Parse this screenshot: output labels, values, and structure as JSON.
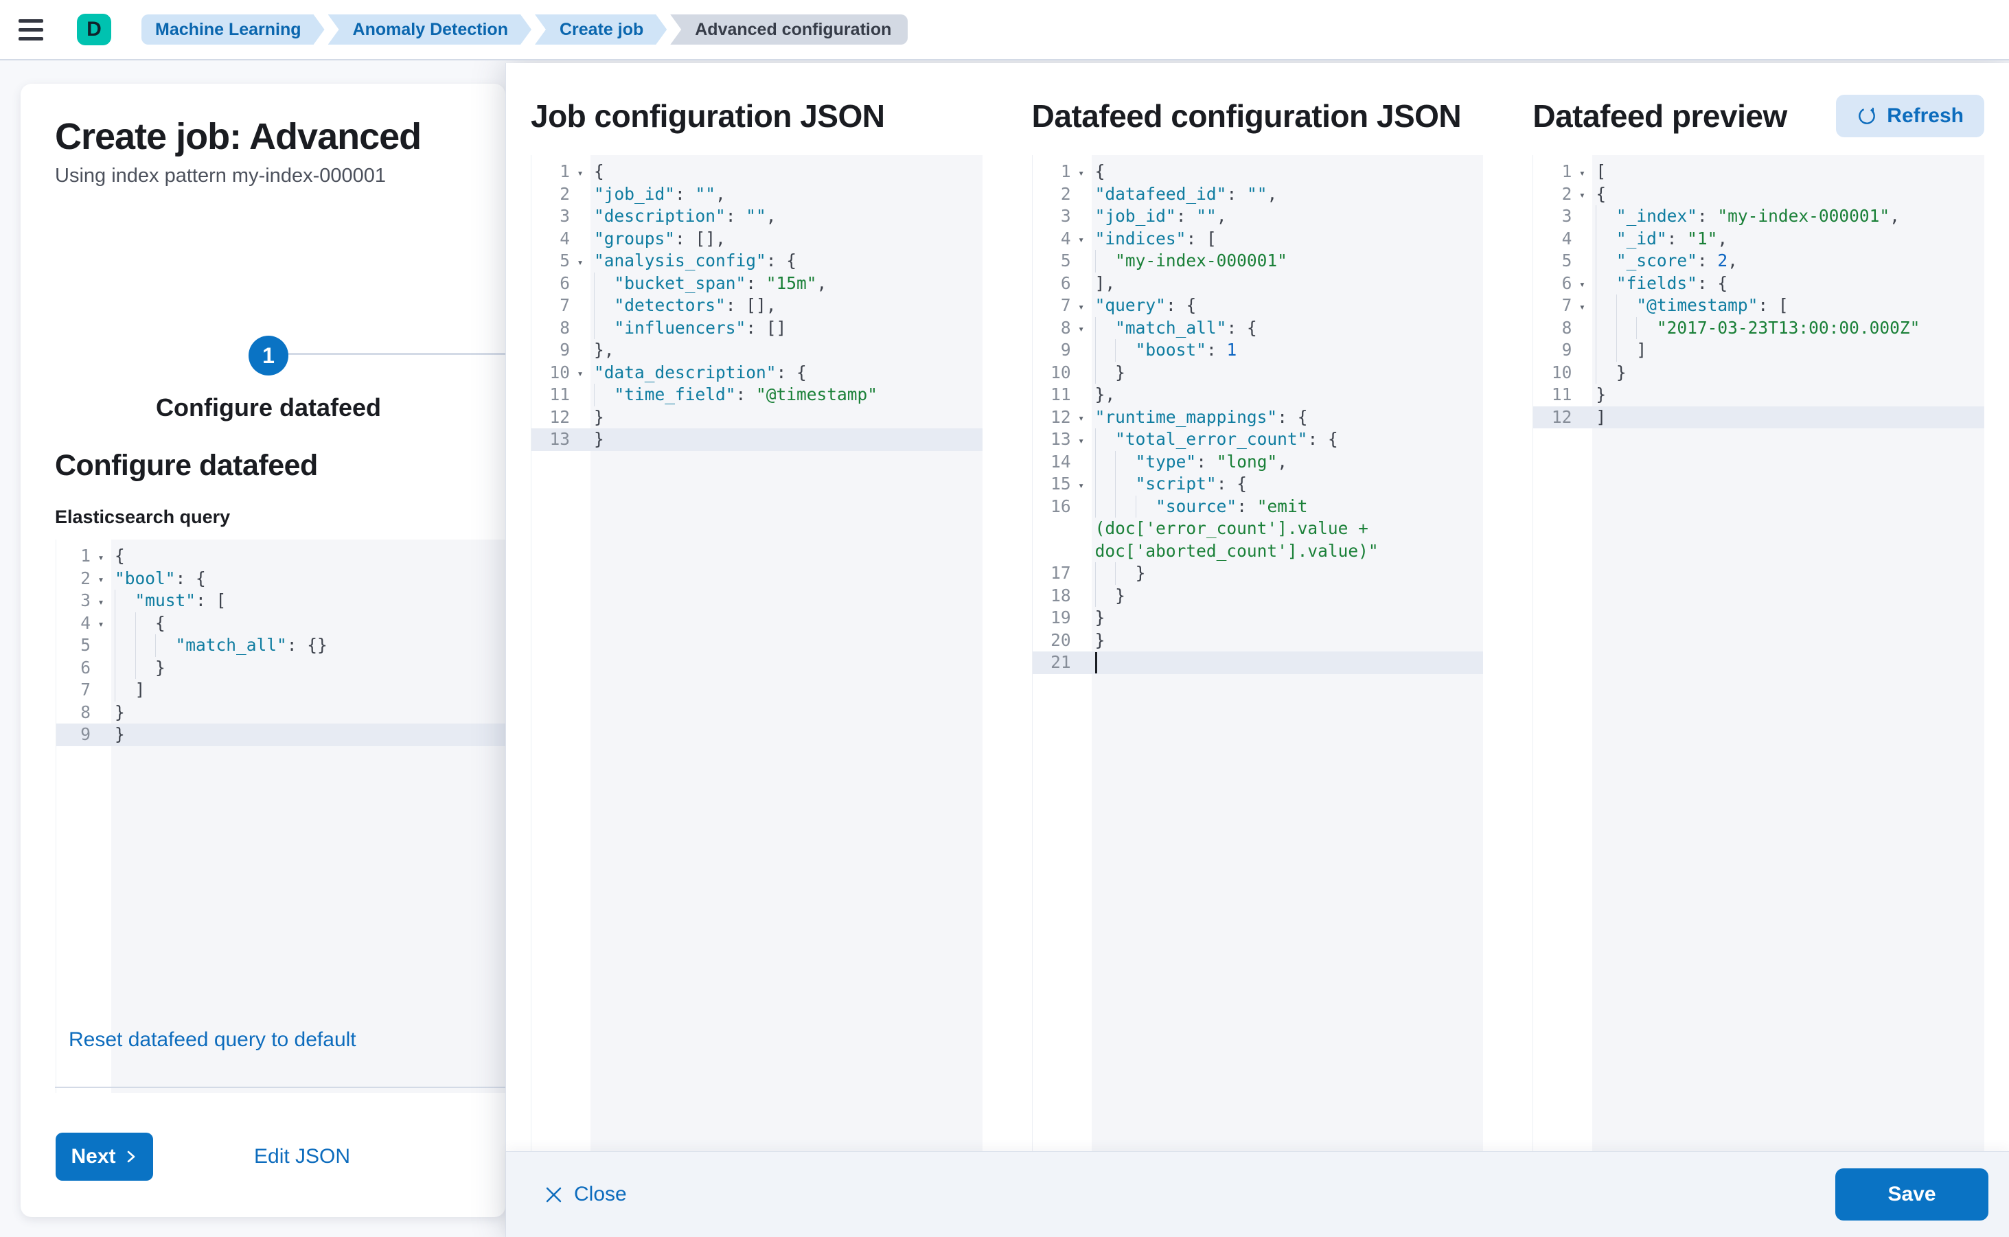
{
  "topbar": {
    "space_initial": "D",
    "breadcrumbs": [
      {
        "label": "Machine Learning",
        "current": false
      },
      {
        "label": "Anomaly Detection",
        "current": false
      },
      {
        "label": "Create job",
        "current": false
      },
      {
        "label": "Advanced configuration",
        "current": true
      }
    ]
  },
  "wizard": {
    "title": "Create job: Advanced",
    "subtitle": "Using index pattern my-index-000001",
    "step_number": "1",
    "step_label": "Configure datafeed",
    "section_heading": "Configure datafeed",
    "query_label": "Elasticsearch query",
    "reset_link": "Reset datafeed query to default",
    "next_label": "Next",
    "edit_json_label": "Edit JSON"
  },
  "flyout": {
    "job_heading": "Job configuration JSON",
    "datafeed_heading": "Datafeed configuration JSON",
    "preview_heading": "Datafeed preview",
    "refresh_label": "Refresh",
    "close_label": "Close",
    "save_label": "Save"
  },
  "colors": {
    "accent": "#0a73c4",
    "link": "#0d6cbd",
    "space_badge": "#00c2b0",
    "breadcrumb_link_bg": "#d0e4f7",
    "breadcrumb_current_bg": "#d3d9e3",
    "editor_bg": "#f5f6f9",
    "editor_active_line": "#e7ebf3",
    "syntax_key": "#0e7ca0",
    "syntax_string": "#1a8038",
    "syntax_number": "#0b64c1"
  },
  "editors": {
    "es_query": {
      "gutter": 80,
      "lines": [
        {
          "n": "1",
          "fold": true,
          "seg": [
            [
              "p",
              "{"
            ]
          ]
        },
        {
          "n": "2",
          "fold": true,
          "seg": [
            [
              "sp",
              "  "
            ],
            [
              "k",
              "\"bool\""
            ],
            [
              "p",
              ": {"
            ]
          ]
        },
        {
          "n": "3",
          "fold": true,
          "seg": [
            [
              "sp",
              "  "
            ],
            [
              "g"
            ],
            [
              "k",
              "\"must\""
            ],
            [
              "p",
              ": ["
            ]
          ]
        },
        {
          "n": "4",
          "fold": true,
          "seg": [
            [
              "sp",
              "  "
            ],
            [
              "g"
            ],
            [
              "g"
            ],
            [
              "p",
              "{"
            ]
          ]
        },
        {
          "n": "5",
          "seg": [
            [
              "sp",
              "  "
            ],
            [
              "g"
            ],
            [
              "g"
            ],
            [
              "g"
            ],
            [
              "k",
              "\"match_all\""
            ],
            [
              "p",
              ": {}"
            ]
          ]
        },
        {
          "n": "6",
          "seg": [
            [
              "sp",
              "  "
            ],
            [
              "g"
            ],
            [
              "g"
            ],
            [
              "p",
              "}"
            ]
          ]
        },
        {
          "n": "7",
          "seg": [
            [
              "sp",
              "  "
            ],
            [
              "g"
            ],
            [
              "p",
              "]"
            ]
          ]
        },
        {
          "n": "8",
          "seg": [
            [
              "sp",
              "  "
            ],
            [
              "p",
              "}"
            ]
          ]
        },
        {
          "n": "9",
          "active": true,
          "seg": [
            [
              "p",
              "}"
            ]
          ]
        }
      ]
    },
    "job": {
      "gutter": 86,
      "lines": [
        {
          "n": "1",
          "fold": true,
          "seg": [
            [
              "p",
              "{"
            ]
          ]
        },
        {
          "n": "2",
          "seg": [
            [
              "sp",
              "  "
            ],
            [
              "k",
              "\"job_id\""
            ],
            [
              "p",
              ": "
            ],
            [
              "k",
              "\"\""
            ],
            [
              "p",
              ","
            ]
          ]
        },
        {
          "n": "3",
          "seg": [
            [
              "sp",
              "  "
            ],
            [
              "k",
              "\"description\""
            ],
            [
              "p",
              ": "
            ],
            [
              "k",
              "\"\""
            ],
            [
              "p",
              ","
            ]
          ]
        },
        {
          "n": "4",
          "seg": [
            [
              "sp",
              "  "
            ],
            [
              "k",
              "\"groups\""
            ],
            [
              "p",
              ": [],"
            ]
          ]
        },
        {
          "n": "5",
          "fold": true,
          "seg": [
            [
              "sp",
              "  "
            ],
            [
              "k",
              "\"analysis_config\""
            ],
            [
              "p",
              ": {"
            ]
          ]
        },
        {
          "n": "6",
          "seg": [
            [
              "sp",
              "  "
            ],
            [
              "g"
            ],
            [
              "k",
              "\"bucket_span\""
            ],
            [
              "p",
              ": "
            ],
            [
              "s",
              "\"15m\""
            ],
            [
              "p",
              ","
            ]
          ]
        },
        {
          "n": "7",
          "seg": [
            [
              "sp",
              "  "
            ],
            [
              "g"
            ],
            [
              "k",
              "\"detectors\""
            ],
            [
              "p",
              ": [],"
            ]
          ]
        },
        {
          "n": "8",
          "seg": [
            [
              "sp",
              "  "
            ],
            [
              "g"
            ],
            [
              "k",
              "\"influencers\""
            ],
            [
              "p",
              ": []"
            ]
          ]
        },
        {
          "n": "9",
          "seg": [
            [
              "sp",
              "  "
            ],
            [
              "p",
              "},"
            ]
          ]
        },
        {
          "n": "10",
          "fold": true,
          "seg": [
            [
              "sp",
              "  "
            ],
            [
              "k",
              "\"data_description\""
            ],
            [
              "p",
              ": {"
            ]
          ]
        },
        {
          "n": "11",
          "seg": [
            [
              "sp",
              "  "
            ],
            [
              "g"
            ],
            [
              "k",
              "\"time_field\""
            ],
            [
              "p",
              ": "
            ],
            [
              "s",
              "\"@timestamp\""
            ]
          ]
        },
        {
          "n": "12",
          "seg": [
            [
              "sp",
              "  "
            ],
            [
              "p",
              "}"
            ]
          ]
        },
        {
          "n": "13",
          "active": true,
          "seg": [
            [
              "p",
              "}"
            ]
          ]
        }
      ]
    },
    "datafeed": {
      "gutter": 86,
      "lines": [
        {
          "n": "1",
          "fold": true,
          "seg": [
            [
              "p",
              "{"
            ]
          ]
        },
        {
          "n": "2",
          "seg": [
            [
              "sp",
              "  "
            ],
            [
              "k",
              "\"datafeed_id\""
            ],
            [
              "p",
              ": "
            ],
            [
              "k",
              "\"\""
            ],
            [
              "p",
              ","
            ]
          ]
        },
        {
          "n": "3",
          "seg": [
            [
              "sp",
              "  "
            ],
            [
              "k",
              "\"job_id\""
            ],
            [
              "p",
              ": "
            ],
            [
              "k",
              "\"\""
            ],
            [
              "p",
              ","
            ]
          ]
        },
        {
          "n": "4",
          "fold": true,
          "seg": [
            [
              "sp",
              "  "
            ],
            [
              "k",
              "\"indices\""
            ],
            [
              "p",
              ": ["
            ]
          ]
        },
        {
          "n": "5",
          "seg": [
            [
              "sp",
              "  "
            ],
            [
              "g"
            ],
            [
              "s",
              "\"my-index-000001\""
            ]
          ]
        },
        {
          "n": "6",
          "seg": [
            [
              "sp",
              "  "
            ],
            [
              "p",
              "],"
            ]
          ]
        },
        {
          "n": "7",
          "fold": true,
          "seg": [
            [
              "sp",
              "  "
            ],
            [
              "k",
              "\"query\""
            ],
            [
              "p",
              ": {"
            ]
          ]
        },
        {
          "n": "8",
          "fold": true,
          "seg": [
            [
              "sp",
              "  "
            ],
            [
              "g"
            ],
            [
              "k",
              "\"match_all\""
            ],
            [
              "p",
              ": {"
            ]
          ]
        },
        {
          "n": "9",
          "seg": [
            [
              "sp",
              "  "
            ],
            [
              "g"
            ],
            [
              "g"
            ],
            [
              "k",
              "\"boost\""
            ],
            [
              "p",
              ": "
            ],
            [
              "n",
              "1"
            ]
          ]
        },
        {
          "n": "10",
          "seg": [
            [
              "sp",
              "  "
            ],
            [
              "g"
            ],
            [
              "p",
              "}"
            ]
          ]
        },
        {
          "n": "11",
          "seg": [
            [
              "sp",
              "  "
            ],
            [
              "p",
              "},"
            ]
          ]
        },
        {
          "n": "12",
          "fold": true,
          "seg": [
            [
              "sp",
              "  "
            ],
            [
              "k",
              "\"runtime_mappings\""
            ],
            [
              "p",
              ": {"
            ]
          ]
        },
        {
          "n": "13",
          "fold": true,
          "seg": [
            [
              "sp",
              "  "
            ],
            [
              "g"
            ],
            [
              "k",
              "\"total_error_count\""
            ],
            [
              "p",
              ": {"
            ]
          ]
        },
        {
          "n": "14",
          "seg": [
            [
              "sp",
              "  "
            ],
            [
              "g"
            ],
            [
              "g"
            ],
            [
              "k",
              "\"type\""
            ],
            [
              "p",
              ": "
            ],
            [
              "s",
              "\"long\""
            ],
            [
              "p",
              ","
            ]
          ]
        },
        {
          "n": "15",
          "fold": true,
          "seg": [
            [
              "sp",
              "  "
            ],
            [
              "g"
            ],
            [
              "g"
            ],
            [
              "k",
              "\"script\""
            ],
            [
              "p",
              ": {"
            ]
          ]
        },
        {
          "n": "16",
          "seg": [
            [
              "sp",
              "  "
            ],
            [
              "g"
            ],
            [
              "g"
            ],
            [
              "g"
            ],
            [
              "k",
              "\"source\""
            ],
            [
              "p",
              ": "
            ],
            [
              "s",
              "\"emit"
            ]
          ],
          "wraps": [
            [
              [
                "sp",
                "       "
              ],
              [
                "s",
                "(doc['error_count'].value +"
              ]
            ],
            [
              [
                "sp",
                "       "
              ],
              [
                "s",
                "doc['aborted_count'].value)\""
              ]
            ]
          ]
        },
        {
          "n": "17",
          "seg": [
            [
              "sp",
              "  "
            ],
            [
              "g"
            ],
            [
              "g"
            ],
            [
              "p",
              "}"
            ]
          ]
        },
        {
          "n": "18",
          "seg": [
            [
              "sp",
              "  "
            ],
            [
              "g"
            ],
            [
              "p",
              "}"
            ]
          ]
        },
        {
          "n": "19",
          "seg": [
            [
              "sp",
              "  "
            ],
            [
              "p",
              "}"
            ]
          ]
        },
        {
          "n": "20",
          "seg": [
            [
              "p",
              "}"
            ]
          ]
        },
        {
          "n": "21",
          "active": true,
          "seg": [
            [
              "cur"
            ]
          ]
        }
      ]
    },
    "preview": {
      "gutter": 86,
      "lines": [
        {
          "n": "1",
          "fold": true,
          "seg": [
            [
              "p",
              "["
            ]
          ]
        },
        {
          "n": "2",
          "fold": true,
          "seg": [
            [
              "sp",
              "  "
            ],
            [
              "p",
              "{"
            ]
          ]
        },
        {
          "n": "3",
          "seg": [
            [
              "sp",
              "  "
            ],
            [
              "g"
            ],
            [
              "k",
              "\"_index\""
            ],
            [
              "p",
              ": "
            ],
            [
              "s",
              "\"my-index-000001\""
            ],
            [
              "p",
              ","
            ]
          ]
        },
        {
          "n": "4",
          "seg": [
            [
              "sp",
              "  "
            ],
            [
              "g"
            ],
            [
              "k",
              "\"_id\""
            ],
            [
              "p",
              ": "
            ],
            [
              "s",
              "\"1\""
            ],
            [
              "p",
              ","
            ]
          ]
        },
        {
          "n": "5",
          "seg": [
            [
              "sp",
              "  "
            ],
            [
              "g"
            ],
            [
              "k",
              "\"_score\""
            ],
            [
              "p",
              ": "
            ],
            [
              "n",
              "2"
            ],
            [
              "p",
              ","
            ]
          ]
        },
        {
          "n": "6",
          "fold": true,
          "seg": [
            [
              "sp",
              "  "
            ],
            [
              "g"
            ],
            [
              "k",
              "\"fields\""
            ],
            [
              "p",
              ": {"
            ]
          ]
        },
        {
          "n": "7",
          "fold": true,
          "seg": [
            [
              "sp",
              "  "
            ],
            [
              "g"
            ],
            [
              "g"
            ],
            [
              "k",
              "\"@timestamp\""
            ],
            [
              "p",
              ": ["
            ]
          ]
        },
        {
          "n": "8",
          "seg": [
            [
              "sp",
              "  "
            ],
            [
              "g"
            ],
            [
              "g"
            ],
            [
              "g"
            ],
            [
              "s",
              "\"2017-03-23T13:00:00.000Z\""
            ]
          ]
        },
        {
          "n": "9",
          "seg": [
            [
              "sp",
              "  "
            ],
            [
              "g"
            ],
            [
              "g"
            ],
            [
              "p",
              "]"
            ]
          ]
        },
        {
          "n": "10",
          "seg": [
            [
              "sp",
              "  "
            ],
            [
              "g"
            ],
            [
              "p",
              "}"
            ]
          ]
        },
        {
          "n": "11",
          "seg": [
            [
              "sp",
              "  "
            ],
            [
              "p",
              "}"
            ]
          ]
        },
        {
          "n": "12",
          "active": true,
          "seg": [
            [
              "p",
              "]"
            ]
          ]
        }
      ]
    }
  }
}
